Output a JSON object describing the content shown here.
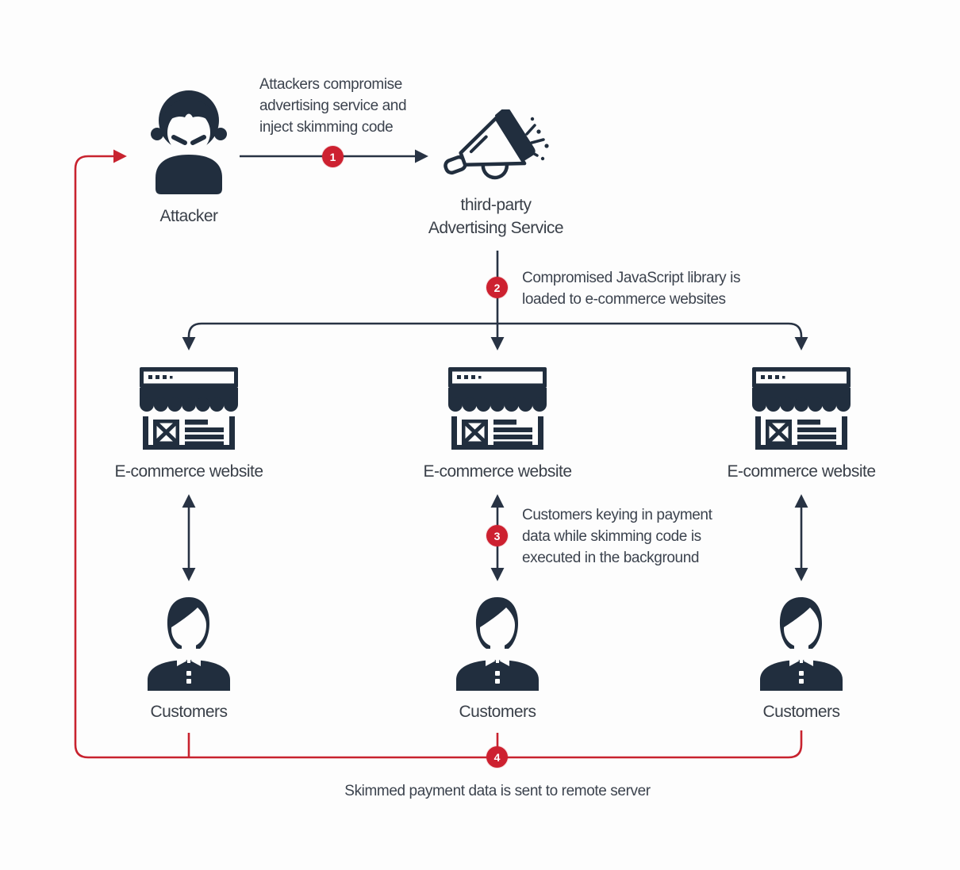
{
  "nodes": {
    "attacker": {
      "label": "Attacker"
    },
    "ad_service": {
      "label": "third-party\nAdvertising Service"
    },
    "websites": [
      {
        "label": "E-commerce website"
      },
      {
        "label": "E-commerce website"
      },
      {
        "label": "E-commerce website"
      }
    ],
    "customers": [
      {
        "label": "Customers"
      },
      {
        "label": "Customers"
      },
      {
        "label": "Customers"
      }
    ]
  },
  "steps": [
    {
      "num": "1",
      "text": "Attackers compromise\nadvertising service and\ninject skimming code"
    },
    {
      "num": "2",
      "text": "Compromised JavaScript library is\nloaded to e-commerce websites"
    },
    {
      "num": "3",
      "text": "Customers keying in payment\ndata while skimming code is\nexecuted in the background"
    },
    {
      "num": "4",
      "text": "Skimmed payment data is sent to remote server"
    }
  ],
  "icons": {
    "attacker": "attacker-person-icon",
    "ad_service": "megaphone-icon",
    "website": "storefront-browser-icon",
    "customer": "customer-person-icon"
  },
  "colors": {
    "ink": "#212e3e",
    "line": "#283344",
    "text": "#3c434e",
    "accent_red": "#cd2130"
  }
}
